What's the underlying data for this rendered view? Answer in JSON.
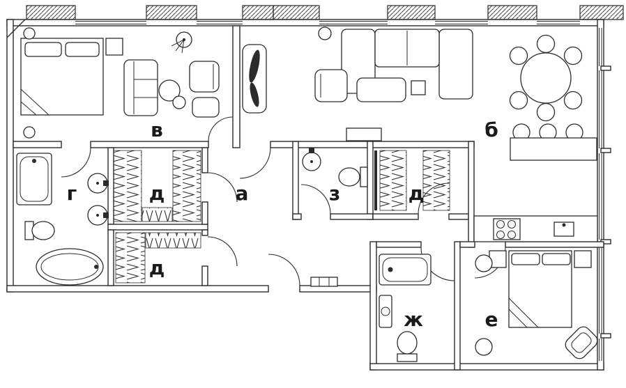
{
  "floor_plan": {
    "colors": {
      "background": "#ffffff",
      "line": "#2b2b2b",
      "label": "#1a1a1a"
    },
    "rooms": [
      {
        "id": "v",
        "label": "в"
      },
      {
        "id": "b",
        "label": "б"
      },
      {
        "id": "a",
        "label": "а"
      },
      {
        "id": "g",
        "label": "г"
      },
      {
        "id": "d1",
        "label": "д"
      },
      {
        "id": "z",
        "label": "з"
      },
      {
        "id": "d3",
        "label": "д"
      },
      {
        "id": "d2",
        "label": "д"
      },
      {
        "id": "zh",
        "label": "ж"
      },
      {
        "id": "e",
        "label": "е"
      }
    ]
  }
}
